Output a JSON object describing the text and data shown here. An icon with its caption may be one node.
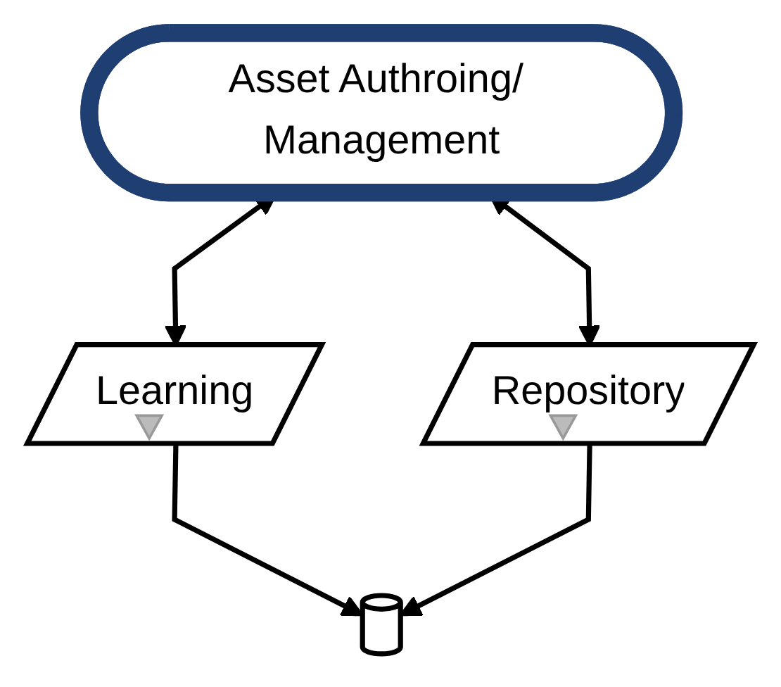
{
  "diagram": {
    "nodes": [
      {
        "text": [
          "Asset Authroing/ Management"
        ]
      },
      {
        "text": [
          "Learning"
        ]
      },
      {
        "text": [
          "Repository"
        ]
      },
      {
        "text": [],
        "shape": "cylinder"
      }
    ],
    "edges": [
      {
        "from": 0,
        "to": 1,
        "arrow": "both"
      },
      {
        "from": 0,
        "to": 2,
        "arrow": "both"
      },
      {
        "from": 1,
        "to": 3,
        "arrow": "to"
      },
      {
        "from": 2,
        "to": 3,
        "arrow": "to"
      }
    ]
  }
}
